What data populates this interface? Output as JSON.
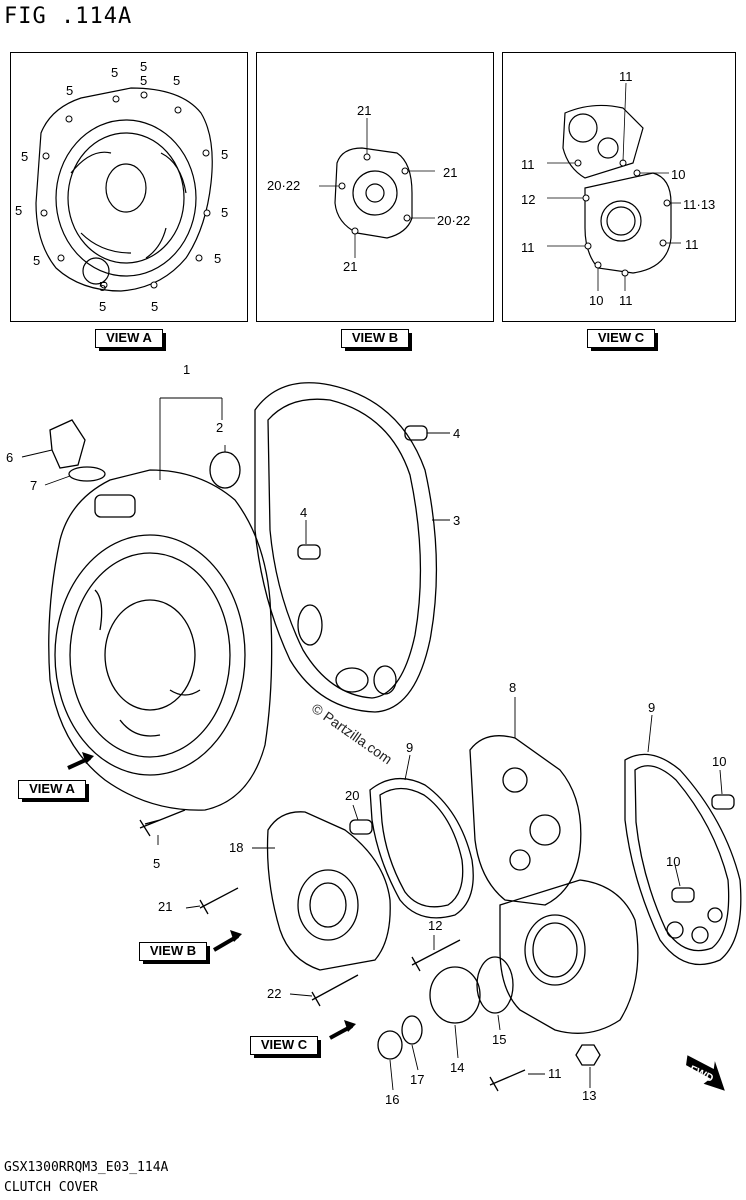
{
  "header": {
    "title": "FIG .114A"
  },
  "footer": {
    "code": "GSX1300RRQM3_E03_114A",
    "name": "CLUTCH COVER"
  },
  "watermark": "© Partzilla.com",
  "fwd_label": "FWD",
  "views": {
    "a": {
      "tag": "VIEW A"
    },
    "b": {
      "tag": "VIEW B"
    },
    "c": {
      "tag": "VIEW C"
    }
  },
  "panel_a_callouts": [
    "5",
    "5",
    "5",
    "5",
    "5",
    "5",
    "5",
    "5",
    "5",
    "5",
    "5",
    "5",
    "5",
    "5"
  ],
  "panel_b_callouts": [
    "21",
    "21",
    "20·22",
    "20·22",
    "21"
  ],
  "panel_c_callouts": [
    "11",
    "11",
    "10",
    "12",
    "11·13",
    "11",
    "11",
    "10",
    "11"
  ],
  "main_callouts": {
    "p1": "1",
    "p2": "2",
    "p3": "3",
    "p4a": "4",
    "p4b": "4",
    "p5": "5",
    "p6": "6",
    "p7": "7",
    "p8": "8",
    "p9a": "9",
    "p9b": "9",
    "p10a": "10",
    "p10b": "10",
    "p11": "11",
    "p12": "12",
    "p13": "13",
    "p14": "14",
    "p15": "15",
    "p16": "16",
    "p17": "17",
    "p18": "18",
    "p20": "20",
    "p21": "21",
    "p22": "22"
  },
  "main_view_tags": {
    "a": "VIEW A",
    "b": "VIEW B",
    "c": "VIEW C"
  }
}
